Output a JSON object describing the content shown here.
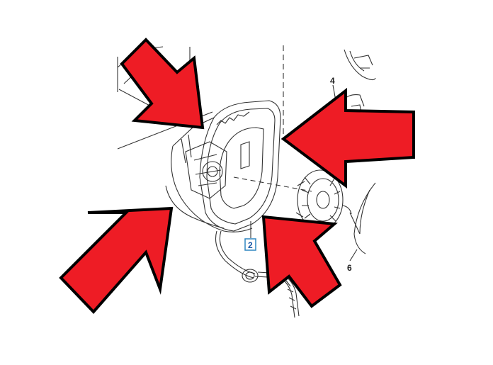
{
  "diagram": {
    "callouts": [
      {
        "id": "callout-4",
        "label": "4"
      },
      {
        "id": "callout-6",
        "label": "6"
      },
      {
        "id": "callout-2",
        "label": "2",
        "boxed": true
      }
    ]
  },
  "colors": {
    "arrow_fill": "#ee1c25",
    "arrow_stroke": "#000000",
    "line_art": "#333333",
    "callout_box": "#2e86c1"
  },
  "annotations": {
    "arrows": [
      {
        "name": "arrow-top-left",
        "points_to": "mirror-housing-top"
      },
      {
        "name": "arrow-right",
        "points_to": "mirror-housing-right"
      },
      {
        "name": "arrow-bottom-left",
        "points_to": "mirror-housing-bottom-left"
      },
      {
        "name": "arrow-bottom-right",
        "points_to": "mirror-housing-bottom"
      }
    ]
  }
}
